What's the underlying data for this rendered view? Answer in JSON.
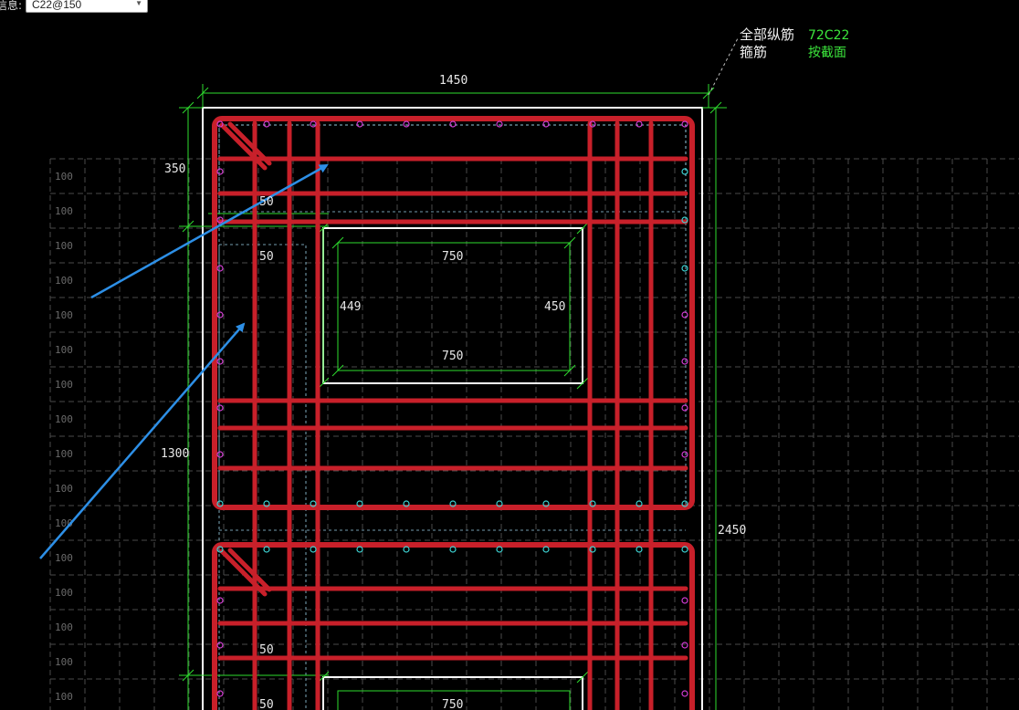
{
  "toolbar": {
    "info_label": "信息:",
    "stirrup_select_value": "C22@150"
  },
  "legend": {
    "longitudinal_label": "全部纵筋",
    "longitudinal_value": "72C22",
    "stirrup_label": "箍筋",
    "stirrup_value": "按截面"
  },
  "dimensions": {
    "total_width": "1450",
    "top_segment": "350",
    "mid_segment": "1300",
    "total_height": "2450",
    "cover_upper": "50",
    "cover_left": "50",
    "cover_lower_a": "50",
    "cover_lower_b": "50",
    "opening_top_width": "750",
    "opening_bottom_width": "750",
    "opening_left_height": "449",
    "opening_right_height": "450",
    "lower_opening_width": "750"
  },
  "grid": {
    "spacing_label": "100",
    "row_count": 16
  },
  "colors": {
    "background": "#000000",
    "rebar": "#c8202a",
    "dimension": "#2edc2e",
    "outline": "#ffffff",
    "arrow": "#2d8fe6",
    "bar_magenta": "#d23cd2",
    "bar_cyan": "#3cd2d2",
    "grid": "#4a4a4a"
  }
}
